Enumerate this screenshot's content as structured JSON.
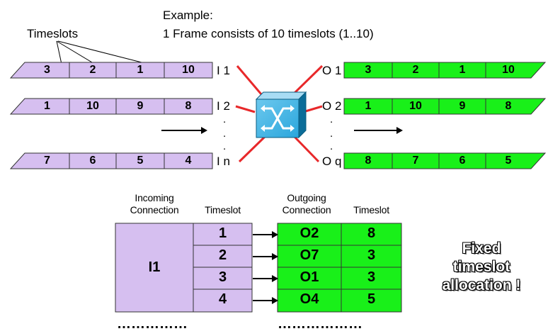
{
  "example": {
    "line1": "Example:",
    "line2": "1 Frame consists of 10 timeslots (1..10)"
  },
  "timeslots_label": "Timeslots",
  "incoming_frames": [
    {
      "port": "I 1",
      "slots": [
        "3",
        "2",
        "1",
        "10"
      ]
    },
    {
      "port": "I 2",
      "slots": [
        "1",
        "10",
        "9",
        "8"
      ]
    },
    {
      "port": "I n",
      "slots": [
        "7",
        "6",
        "5",
        "4"
      ]
    }
  ],
  "outgoing_frames": [
    {
      "port": "O 1",
      "slots": [
        "3",
        "2",
        "1",
        "10"
      ]
    },
    {
      "port": "O 2",
      "slots": [
        "1",
        "10",
        "9",
        "8"
      ]
    },
    {
      "port": "O q",
      "slots": [
        "8",
        "7",
        "6",
        "5"
      ]
    }
  ],
  "vertical_dots": ".",
  "table": {
    "headers": {
      "incoming": "Incoming Connection",
      "timeslot_in": "Timeslot",
      "outgoing": "Outgoing Connection",
      "timeslot_out": "Timeslot"
    },
    "incoming_connection": "I1",
    "rows": [
      {
        "in_slot": "1",
        "out_conn": "O2",
        "out_slot": "8"
      },
      {
        "in_slot": "2",
        "out_conn": "O7",
        "out_slot": "3"
      },
      {
        "in_slot": "3",
        "out_conn": "O1",
        "out_slot": "3"
      },
      {
        "in_slot": "4",
        "out_conn": "O4",
        "out_slot": "5"
      }
    ],
    "continuation_left": "……………",
    "continuation_right": "………………"
  },
  "note": {
    "line1": "Fixed",
    "line2": "timeslot",
    "line3": "allocation !"
  },
  "colors": {
    "incoming": "#d6bff0",
    "outgoing": "#19f019",
    "link": "#e8282a",
    "switch": "#1a9fd6"
  },
  "icons": {
    "switch": "crossbar-switch-icon",
    "arrow": "right-arrow-icon"
  }
}
